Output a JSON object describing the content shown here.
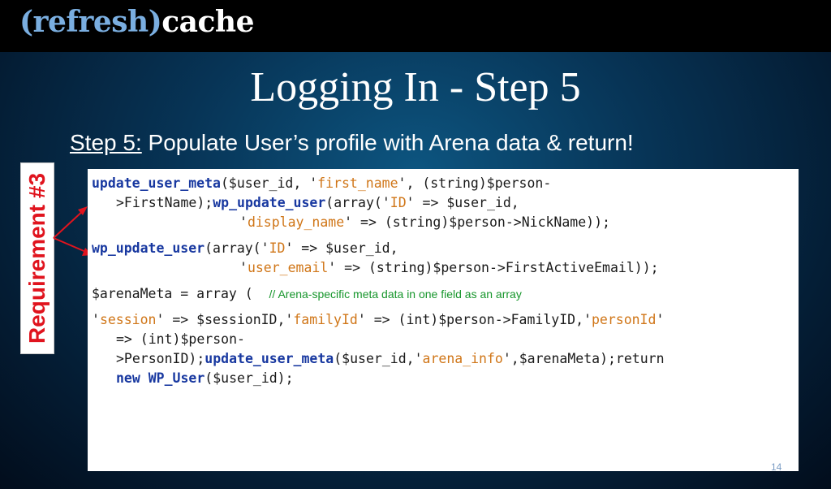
{
  "header": {
    "logo_part1": "(refresh)",
    "logo_part2": "cache"
  },
  "slide": {
    "title": "Logging In - Step 5",
    "step_label": "Step 5:",
    "step_text": " Populate User’s profile with Arena data & return!",
    "requirement_label": "Requirement #3",
    "page_number": "14"
  },
  "code": {
    "p1": {
      "l1_fn": "update_user_meta",
      "l1_a": "($user_id, '",
      "l1_s": "first_name",
      "l1_b": "', (string)$person-",
      "l2_a": ">FirstName);",
      "l2_fn": "wp_update_user",
      "l2_b": "(array('",
      "l2_s": "ID",
      "l2_c": "' => $user_id,",
      "l3_a": "'",
      "l3_s": "display_name",
      "l3_b": "' => (string)$person->NickName));"
    },
    "p2": {
      "l1_fn": "wp_update_user",
      "l1_a": "(array('",
      "l1_s": "ID",
      "l1_b": "' => $user_id,",
      "l2_a": "'",
      "l2_s": "user_email",
      "l2_b": "' => (string)$person->FirstActiveEmail));"
    },
    "p3": {
      "code": "$arenaMeta = array (  ",
      "comment": "// Arena-specific meta data in one field as an array"
    },
    "p4": {
      "l1_a": "'",
      "l1_s1": "session",
      "l1_b": "' => $sessionID,'",
      "l1_s2": "familyId",
      "l1_c": "' => (int)$person->FamilyID,'",
      "l1_s3": "personId",
      "l1_d": "'",
      "l2_a": "=> (int)$person-",
      "l3_a": ">PersonID);",
      "l3_fn": "update_user_meta",
      "l3_b": "($user_id,'",
      "l3_s": "arena_info",
      "l3_c": "',$arenaMeta);return",
      "l4_kw": "new WP_User",
      "l4_a": "($user_id);"
    }
  }
}
